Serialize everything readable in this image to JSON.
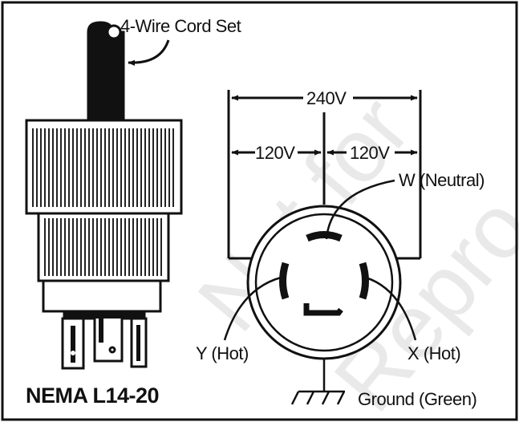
{
  "diagram": {
    "cord_label": "4-Wire Cord Set",
    "total_voltage": "240V",
    "left_voltage": "120V",
    "right_voltage": "120V",
    "neutral_label": "W (Neutral)",
    "hot_left_label": "Y (Hot)",
    "hot_right_label": "X (Hot)",
    "ground_label": "Ground (Green)",
    "plug_name": "NEMA L14-20",
    "watermark_line1": "Not for",
    "watermark_line2": "Repro"
  },
  "colors": {
    "ink": "#111111",
    "plug_fill": "#ffffff",
    "watermark": "#e9e9e9"
  }
}
